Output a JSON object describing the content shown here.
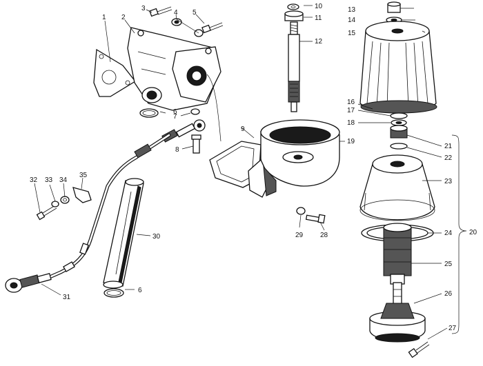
{
  "callouts": [
    {
      "id": "1",
      "text": "1"
    },
    {
      "id": "2",
      "text": "2"
    },
    {
      "id": "3",
      "text": "3"
    },
    {
      "id": "4",
      "text": "4"
    },
    {
      "id": "5",
      "text": "5"
    },
    {
      "id": "6a",
      "text": "6"
    },
    {
      "id": "6b",
      "text": "6"
    },
    {
      "id": "7",
      "text": "7"
    },
    {
      "id": "8",
      "text": "8"
    },
    {
      "id": "9",
      "text": "9"
    },
    {
      "id": "10",
      "text": "10"
    },
    {
      "id": "11",
      "text": "11"
    },
    {
      "id": "12",
      "text": "12"
    },
    {
      "id": "13",
      "text": "13"
    },
    {
      "id": "14",
      "text": "14"
    },
    {
      "id": "15",
      "text": "15"
    },
    {
      "id": "16",
      "text": "16"
    },
    {
      "id": "17",
      "text": "17"
    },
    {
      "id": "18",
      "text": "18"
    },
    {
      "id": "19",
      "text": "19"
    },
    {
      "id": "20",
      "text": "20"
    },
    {
      "id": "21",
      "text": "21"
    },
    {
      "id": "22",
      "text": "22"
    },
    {
      "id": "23",
      "text": "23"
    },
    {
      "id": "24",
      "text": "24"
    },
    {
      "id": "25",
      "text": "25"
    },
    {
      "id": "26",
      "text": "26"
    },
    {
      "id": "27",
      "text": "27"
    },
    {
      "id": "28",
      "text": "28"
    },
    {
      "id": "29",
      "text": "29"
    },
    {
      "id": "30",
      "text": "30"
    },
    {
      "id": "31",
      "text": "31"
    },
    {
      "id": "32",
      "text": "32"
    },
    {
      "id": "33",
      "text": "33"
    },
    {
      "id": "34",
      "text": "34"
    },
    {
      "id": "35",
      "text": "35"
    }
  ]
}
